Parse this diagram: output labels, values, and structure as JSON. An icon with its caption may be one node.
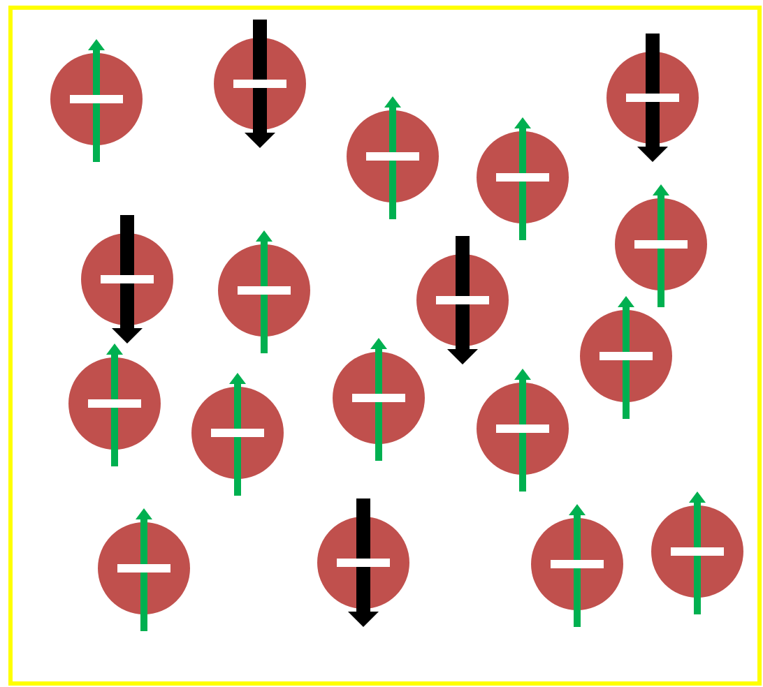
{
  "diagram": {
    "nodes": [
      {
        "text": [],
        "shape": "circle"
      },
      {
        "text": [],
        "shape": "circle"
      },
      {
        "text": [],
        "shape": "circle"
      },
      {
        "text": [],
        "shape": "circle"
      },
      {
        "text": [],
        "shape": "circle"
      },
      {
        "text": [],
        "shape": "circle"
      },
      {
        "text": [],
        "shape": "circle"
      },
      {
        "text": [],
        "shape": "circle"
      },
      {
        "text": [],
        "shape": "circle"
      },
      {
        "text": [],
        "shape": "circle"
      },
      {
        "text": [],
        "shape": "circle"
      },
      {
        "text": [],
        "shape": "circle"
      },
      {
        "text": [],
        "shape": "circle"
      },
      {
        "text": [],
        "shape": "circle"
      },
      {
        "text": [],
        "shape": "circle"
      },
      {
        "text": [],
        "shape": "circle"
      },
      {
        "text": [],
        "shape": "circle"
      },
      {
        "text": [],
        "shape": "circle"
      }
    ]
  }
}
